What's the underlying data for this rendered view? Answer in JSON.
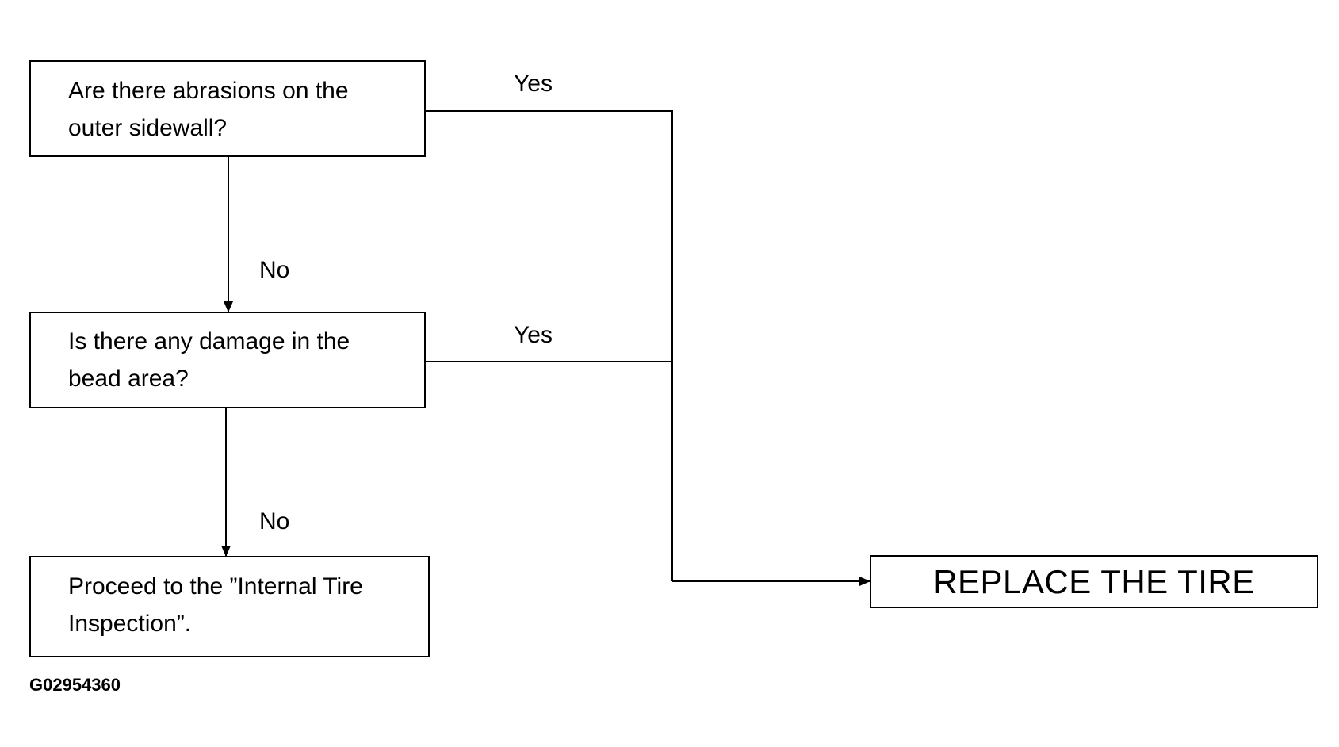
{
  "flowchart": {
    "step1": {
      "question": "Are there abrasions on the\nouter sidewall?",
      "yes_label": "Yes",
      "no_label": "No"
    },
    "step2": {
      "question": "Is there any damage in the\nbead area?",
      "yes_label": "Yes",
      "no_label": "No"
    },
    "step3": {
      "text": "Proceed to the ”Internal Tire\nInspection”."
    },
    "result": {
      "text": "REPLACE THE TIRE"
    }
  },
  "figure_id": "G02954360"
}
